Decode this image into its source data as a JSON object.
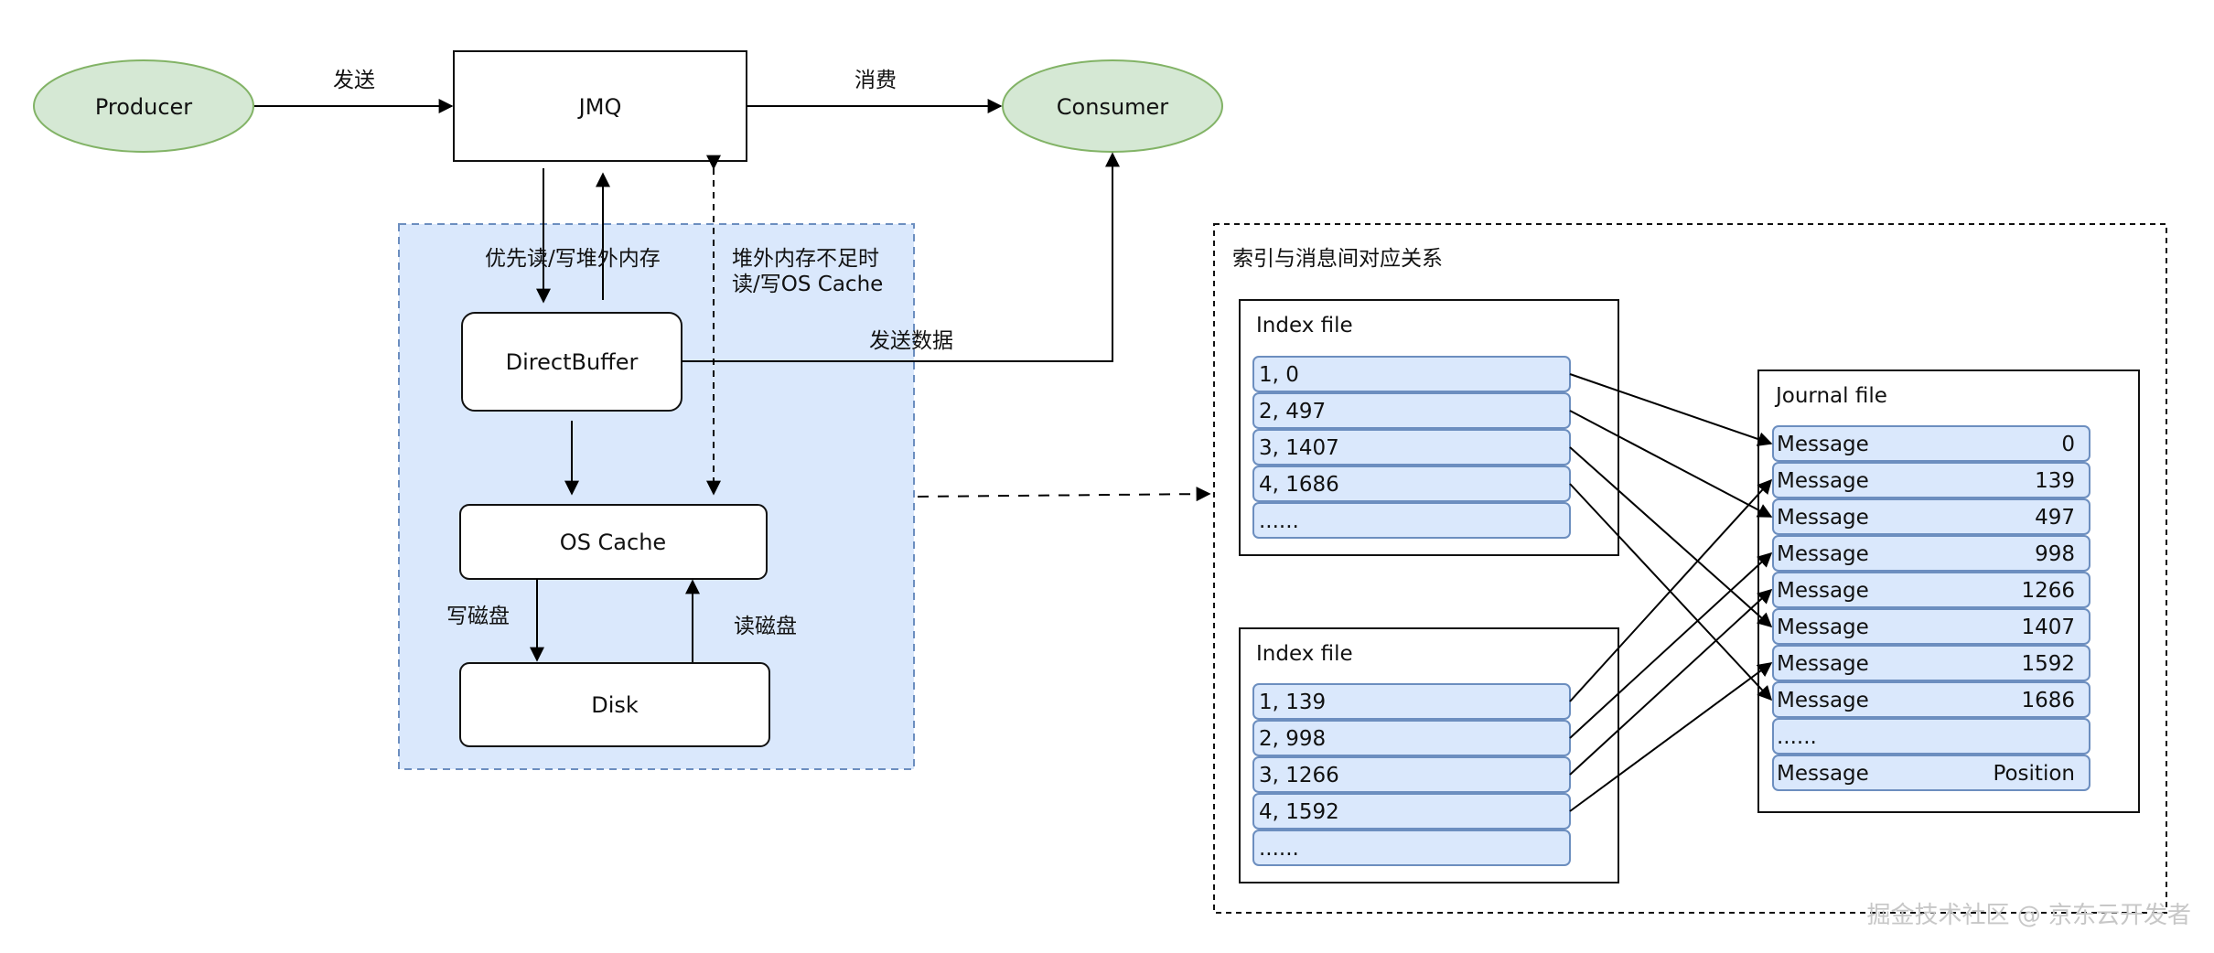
{
  "nodes": {
    "producer": "Producer",
    "jmq": "JMQ",
    "consumer": "Consumer",
    "direct_buffer": "DirectBuffer",
    "os_cache": "OS Cache",
    "disk": "Disk"
  },
  "edge_labels": {
    "send": "发送",
    "consume": "消费",
    "priority_rw": "优先读/写堆外内存",
    "offheap_insufficient_line1": "堆外内存不足时",
    "offheap_insufficient_line2": "读/写OS Cache",
    "send_data": "发送数据",
    "write_disk": "写磁盘",
    "read_disk": "读磁盘"
  },
  "index_panel": {
    "title": "索引与消息间对应关系",
    "index_file_label": "Index file",
    "journal_file_label": "Journal file",
    "index_file_1": [
      "1, 0",
      "2, 497",
      "3, 1407",
      "4, 1686",
      "......"
    ],
    "index_file_2": [
      "1, 139",
      "2, 998",
      "3, 1266",
      "4, 1592",
      "......"
    ],
    "journal_rows": [
      {
        "name": "Message",
        "value": "0"
      },
      {
        "name": "Message",
        "value": "139"
      },
      {
        "name": "Message",
        "value": "497"
      },
      {
        "name": "Message",
        "value": "998"
      },
      {
        "name": "Message",
        "value": "1266"
      },
      {
        "name": "Message",
        "value": "1407"
      },
      {
        "name": "Message",
        "value": "1592"
      },
      {
        "name": "Message",
        "value": "1686"
      },
      {
        "name": "......",
        "value": ""
      },
      {
        "name": "Message",
        "value": "Position"
      }
    ]
  },
  "watermark": "掘金技术社区 @ 京东云开发者",
  "colors": {
    "ellipse_fill": "#d5e8d4",
    "ellipse_stroke": "#82b366",
    "region_fill": "#dae8fc",
    "region_stroke": "#6c8ebf",
    "cell_fill": "#dae8fc",
    "cell_stroke": "#6c8ebf"
  }
}
